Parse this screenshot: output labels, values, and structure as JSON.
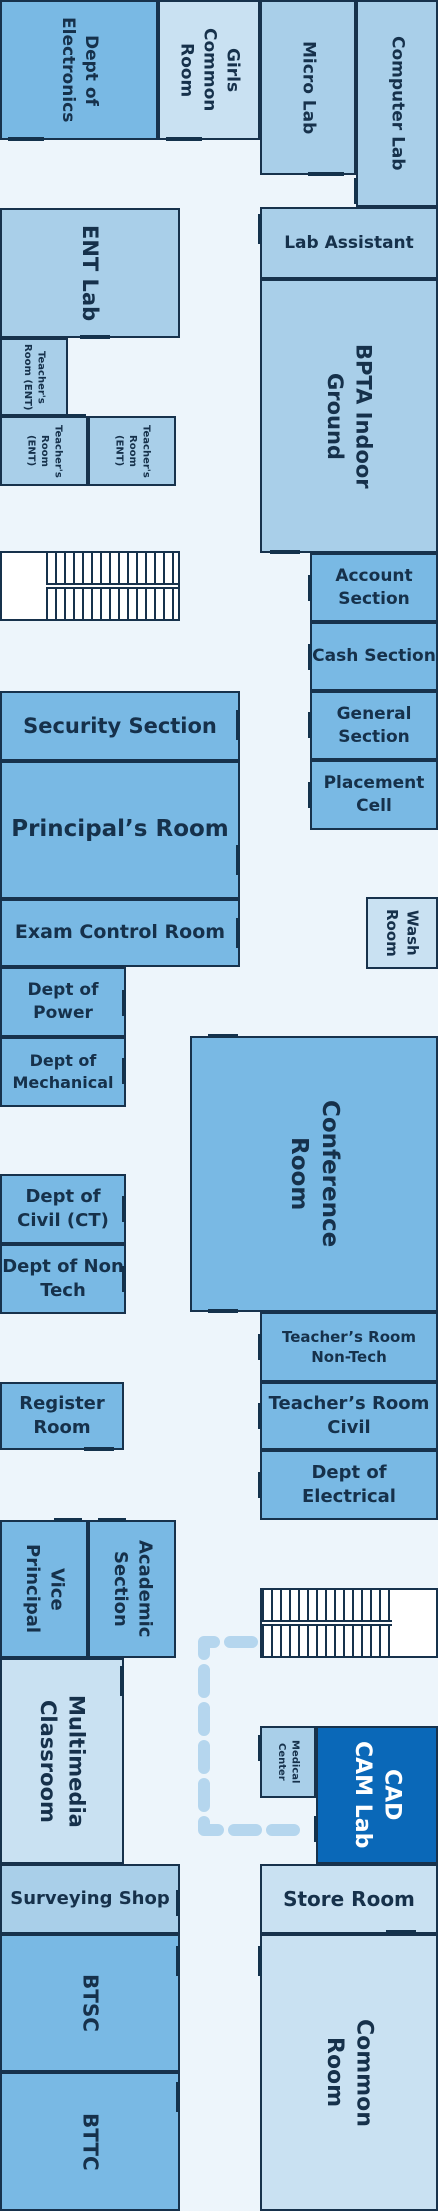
{
  "rooms": {
    "dept_electronics": "Dept of Electronics",
    "girls_common_room": "Girls Common Room",
    "micro_lab": "Micro Lab",
    "computer_lab": "Computer Lab",
    "lab_assistant": "Lab Assistant",
    "ent_lab": "ENT Lab",
    "bpta": "BPTA Indoor Ground",
    "teachers_room_ent_1": "Teacher's Room (ENT)",
    "teachers_room_ent_2": "Teacher's Room (ENT)",
    "teachers_room_ent_3": "Teacher's Room (ENT)",
    "account_section": "Account Section",
    "cash_section": "Cash Section",
    "general_section": "General Section",
    "placement_cell": "Placement Cell",
    "security_section": "Security Section",
    "principals_room": "Principal’s Room",
    "exam_control_room": "Exam Control Room",
    "wash_room": "Wash Room",
    "dept_power": "Dept of Power",
    "dept_mechanical": "Dept of Mechanical",
    "conference_room": "Conference Room",
    "dept_civil_ct": "Dept of Civil (CT)",
    "dept_non_tech": "Dept of Non Tech",
    "teachers_room_non_tech": "Teacher’s Room Non-Tech",
    "teachers_room_civil": "Teacher’s Room Civil",
    "dept_electrical": "Dept of Electrical",
    "register_room": "Register Room",
    "vice_principal": "Vice Principal",
    "academic_section": "Academic Section",
    "multimedia_classroom": "Multimedia Classroom",
    "medical_center": "Medical Center",
    "cad_cam_lab": "CAD CAM Lab",
    "surveying_shop": "Surveying Shop",
    "store_room": "Store Room",
    "btsc": "BTSC",
    "bttc": "BTTC",
    "common_room": "Common Room"
  },
  "colors": {
    "floor": "#edf5fb",
    "outline": "#17324c",
    "room_mid": "#79b9e4",
    "room_light": "#a9cfe9",
    "room_pale": "#c9e1f2",
    "highlight": "#0a68b8",
    "route": "#b5d6ee"
  },
  "highlighted_room": "CAD CAM Lab"
}
